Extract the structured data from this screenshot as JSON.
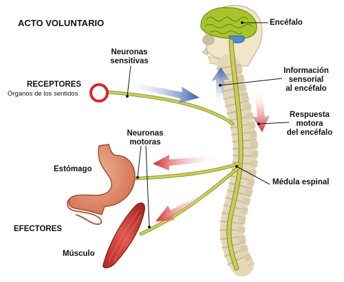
{
  "title": "ACTO VOLUNTARIO",
  "labels": {
    "encefalo": "Encéfalo",
    "neuronas_sensitivas": [
      "Neuronas",
      "sensitivas"
    ],
    "informacion": [
      "Información",
      "sensorial",
      "al encéfalo"
    ],
    "receptores": "RECEPTORES",
    "organos": "Órganos de los sentidos",
    "respuesta": [
      "Respuesta",
      "motora",
      "del encéfalo"
    ],
    "neuronas_motoras": [
      "Neuronas",
      "motoras"
    ],
    "estomago": "Estómago",
    "medula": "Médula espinal",
    "efectores": "EFECTORES",
    "musculo": "Músculo"
  },
  "colors": {
    "nerve": "#c9cd5a",
    "brain": "#a7c52a",
    "bone": "#f1e6c8",
    "receptor_ring": "#d8262b",
    "sensory_arrow": "#3f5fb0",
    "motor_arrow": "#d8262b",
    "stomach": "#e28a68",
    "muscle": "#c8342c"
  },
  "icons": [
    "skull-icon",
    "brain-icon",
    "spine-icon",
    "receptor-ring-icon",
    "stomach-icon",
    "muscle-icon"
  ]
}
